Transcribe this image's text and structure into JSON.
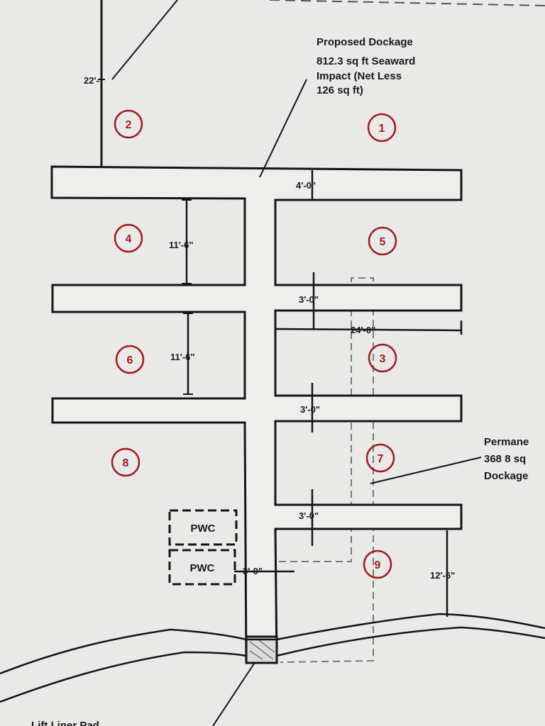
{
  "notes": {
    "proposed_title": "Proposed Dockage",
    "proposed_area": "812.3 sq ft Seaward",
    "proposed_impact": "Impact (Net Less",
    "proposed_impact2": "126 sq ft)",
    "permanent_title": "Permane",
    "permanent_area": "368 8 sq",
    "permanent_dockage": "Dockage",
    "bottom_label": "Lift Liner Pad"
  },
  "dimensions": {
    "d_22": "22'-",
    "d_4": "4'-0\"",
    "d_11a": "11'-6\"",
    "d_11b": "11'-6\"",
    "d_3a": "3'-0\"",
    "d_24": "24'-0\"",
    "d_3b": "3'-0\"",
    "d_3c": "3'-0\"",
    "d_bottom": "3'-0\"",
    "d_12": "12'-6\""
  },
  "slips": [
    "1",
    "2",
    "4",
    "5",
    "6",
    "3",
    "8",
    "7",
    "9"
  ],
  "pwc": [
    "PWC",
    "PWC"
  ],
  "colors": {
    "line": "#151515",
    "slip": "#a11c1c",
    "dash": "#7a7a7a"
  }
}
